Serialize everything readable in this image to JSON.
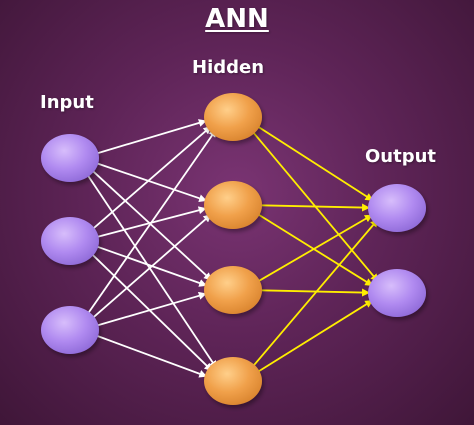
{
  "diagram": {
    "title": "ANN",
    "layers": {
      "input": {
        "label": "Input",
        "count": 3
      },
      "hidden": {
        "label": "Hidden",
        "count": 4
      },
      "output": {
        "label": "Output",
        "count": 2
      }
    },
    "connections": {
      "input_to_hidden": "fully-connected",
      "hidden_to_output": "fully-connected"
    },
    "colors": {
      "background": "#5e2457",
      "input_node": "#b68ef2",
      "hidden_node": "#f2a04c",
      "output_node": "#b68ef2",
      "input_arrows": "#ffffff",
      "output_arrows": "#ffee00"
    }
  }
}
